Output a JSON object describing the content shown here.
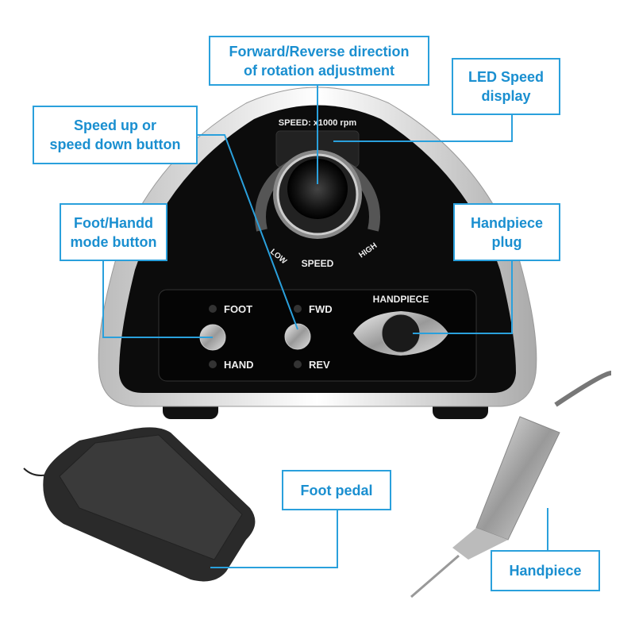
{
  "callouts": {
    "direction": [
      "Forward/Reverse direction",
      "of rotation adjustment"
    ],
    "led": [
      "LED Speed",
      "display"
    ],
    "speed_button": [
      "Speed up or",
      "speed down button"
    ],
    "mode_button": [
      "Foot/Handd",
      "mode button"
    ],
    "plug": [
      "Handpiece",
      "plug"
    ],
    "pedal": "Foot pedal",
    "handpiece": "Handpiece"
  },
  "device": {
    "speed_header": "SPEED: x1000 rpm",
    "dial_low": "LOW",
    "dial_speed": "SPEED",
    "dial_high": "HIGH",
    "foot": "FOOT",
    "hand": "HAND",
    "fwd": "FWD",
    "rev": "REV",
    "handpiece_port": "HANDPIECE"
  },
  "colors": {
    "accent": "#2aa0dc",
    "label_text": "#1a8fd0"
  }
}
